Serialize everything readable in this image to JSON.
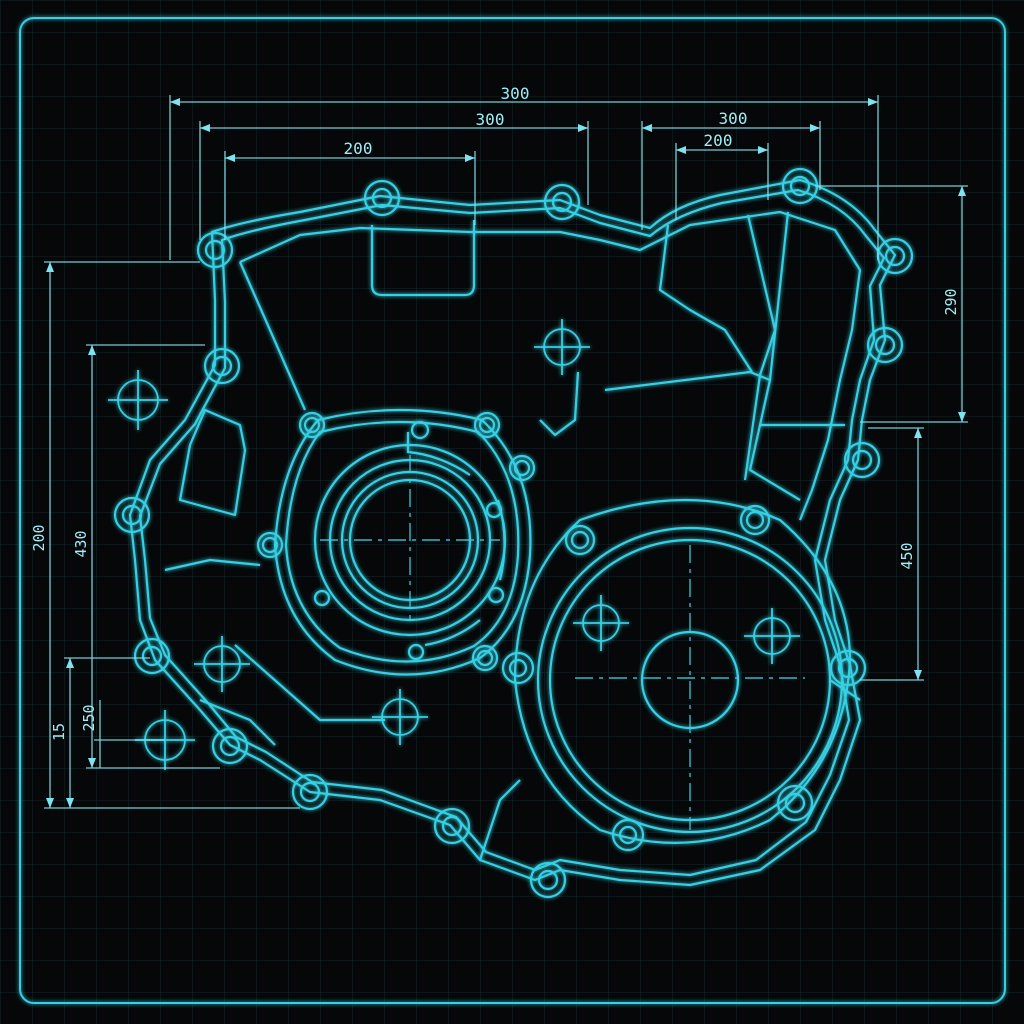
{
  "colors": {
    "background": "#050708",
    "grid": "#1b2a2e",
    "line": "#35d0e3",
    "line_glow": "#1aa6bb",
    "dim": "#7fe3ef",
    "text": "#9eeef7"
  },
  "dimensions": {
    "top_overall": "300",
    "top_left_outer": "300",
    "top_left_inner": "200",
    "top_right_outer": "300",
    "top_right_inner": "200",
    "right_upper": "290",
    "right_lower": "450",
    "left_outer": "200",
    "left_mid": "430",
    "left_lower_a": "250",
    "left_lower_b": "15"
  }
}
